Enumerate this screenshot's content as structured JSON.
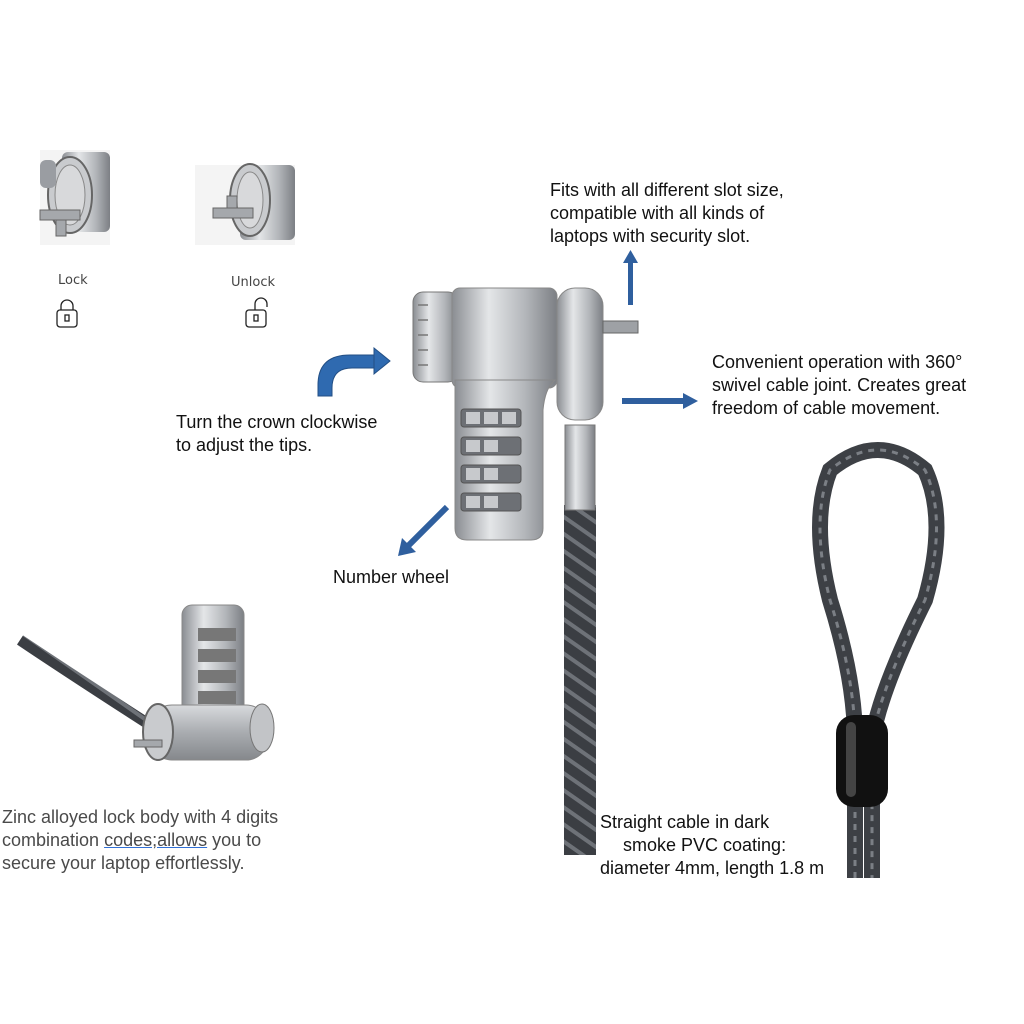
{
  "states": {
    "lock_label": "Lock",
    "unlock_label": "Unlock"
  },
  "callouts": {
    "slot": [
      "Fits with all different slot size,",
      "compatible with all kinds of",
      "laptops with security slot."
    ],
    "swivel": [
      "Convenient operation with 360°",
      "swivel cable joint. Creates great",
      "freedom of cable movement."
    ],
    "crown": [
      "Turn the crown clockwise",
      "to adjust the tips."
    ],
    "wheel": "Number wheel",
    "body": {
      "line1": "Zinc alloyed lock body with 4 digits",
      "line2_pre": "combination ",
      "line2_link": "codes;allows",
      "line2_post": " you to",
      "line3": "secure your laptop effortlessly."
    },
    "cable": [
      "Straight cable in dark",
      "smoke PVC coating:",
      "diameter 4mm, length 1.8 m"
    ]
  },
  "colors": {
    "arrow": "#2f5f9e",
    "metal": "#b9bcc0",
    "cable": "#3a3d42"
  }
}
